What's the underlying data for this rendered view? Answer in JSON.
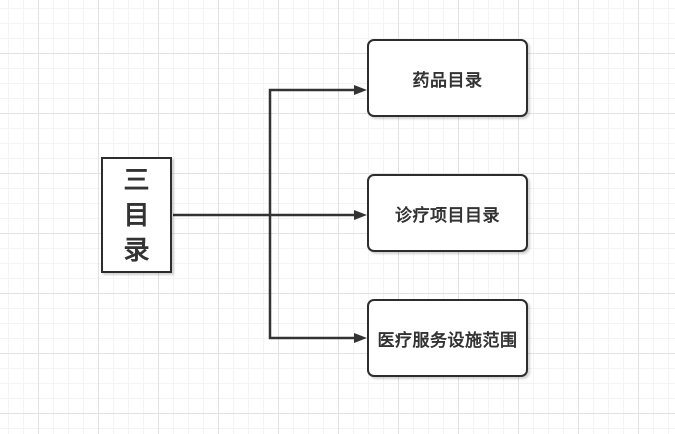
{
  "theme": {
    "background": "#ffffff",
    "grid_minor": "#f4f4f4",
    "grid_major": "#e2e2e2",
    "node_border": "#2d2d2d",
    "node_fill": "#ffffff",
    "text": "#333333",
    "connector": "#333333"
  },
  "diagram": {
    "root": {
      "label": "三目录",
      "chars": [
        "三",
        "目",
        "录"
      ]
    },
    "children": [
      {
        "label": "药品目录"
      },
      {
        "label": "诊疗项目目录"
      },
      {
        "label": "医疗服务设施范围"
      }
    ]
  }
}
